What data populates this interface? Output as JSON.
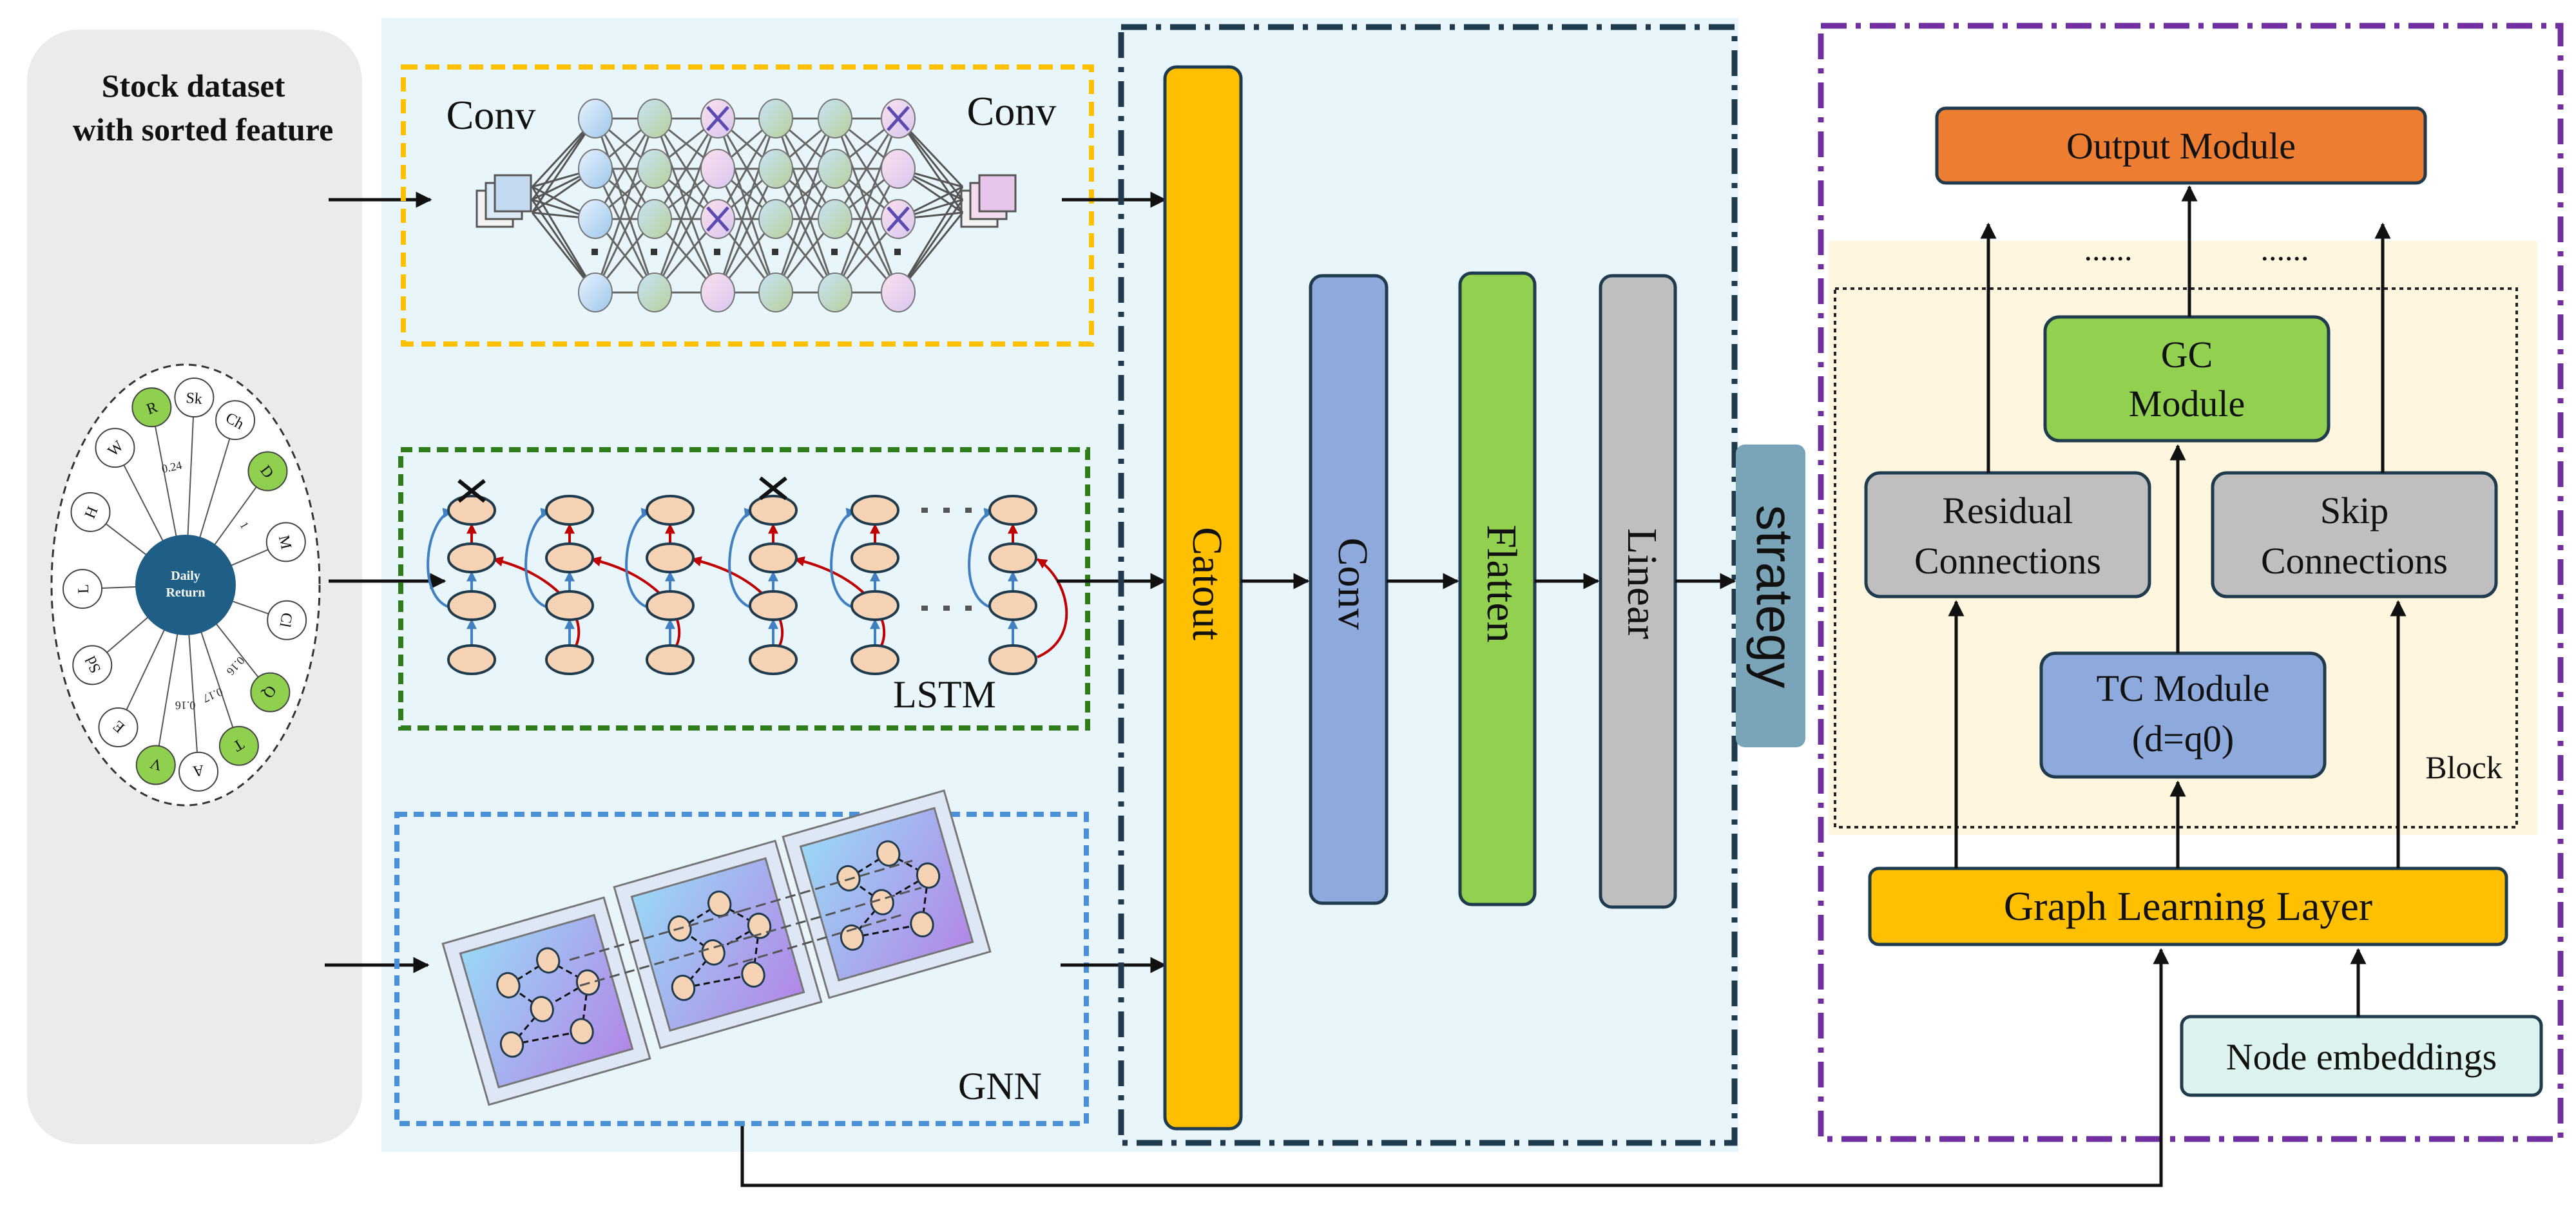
{
  "dataset": {
    "title_line1": "Stock dataset",
    "title_line2": "with sorted feature",
    "center_line1": "Daily",
    "center_line2": "Return",
    "features": [
      {
        "label": "R",
        "green": true
      },
      {
        "label": "Sk",
        "green": false
      },
      {
        "label": "Ch",
        "green": false
      },
      {
        "label": "D",
        "green": true
      },
      {
        "label": "M",
        "green": false
      },
      {
        "label": "Cl",
        "green": false
      },
      {
        "label": "Q",
        "green": true
      },
      {
        "label": "T",
        "green": true
      },
      {
        "label": "A",
        "green": false
      },
      {
        "label": "V",
        "green": true
      },
      {
        "label": "E",
        "green": false
      },
      {
        "label": "Sd",
        "green": false
      },
      {
        "label": "L",
        "green": false
      },
      {
        "label": "H",
        "green": false
      },
      {
        "label": "W",
        "green": false
      }
    ],
    "edge_values": [
      "0.24",
      "1",
      "0.16",
      "0.17",
      "0.16"
    ]
  },
  "branches": {
    "conv_left": "Conv",
    "conv_right": "Conv",
    "lstm": "LSTM",
    "gnn": "GNN"
  },
  "pipeline": {
    "catout": "Catout",
    "conv": "Conv",
    "flatten": "Flatten",
    "linear": "Linear",
    "strategy": "strategy"
  },
  "graph_module": {
    "output": "Output Module",
    "dots1": "......",
    "dots2": "......",
    "gc_line1": "GC",
    "gc_line2": "Module",
    "residual_line1": "Residual",
    "residual_line2": "Connections",
    "skip_line1": "Skip",
    "skip_line2": "Connections",
    "tc_line1": "TC Module",
    "tc_line2": "(d=q0)",
    "block": "Block",
    "graph_learning": "Graph Learning Layer",
    "node_embeddings": "Node embeddings"
  },
  "colors": {
    "catout": "#FFC000",
    "conv": "#8EA9DB",
    "flatten": "#92D050",
    "linear": "#BFBFBF",
    "strategy": "#7AA5B8",
    "output": "#ED7D31",
    "gc": "#92D050",
    "tc": "#8EA9DB",
    "gray_box": "#BFBFBF",
    "graph_learning": "#FFC000",
    "node_emb": "#DDF3F0"
  }
}
